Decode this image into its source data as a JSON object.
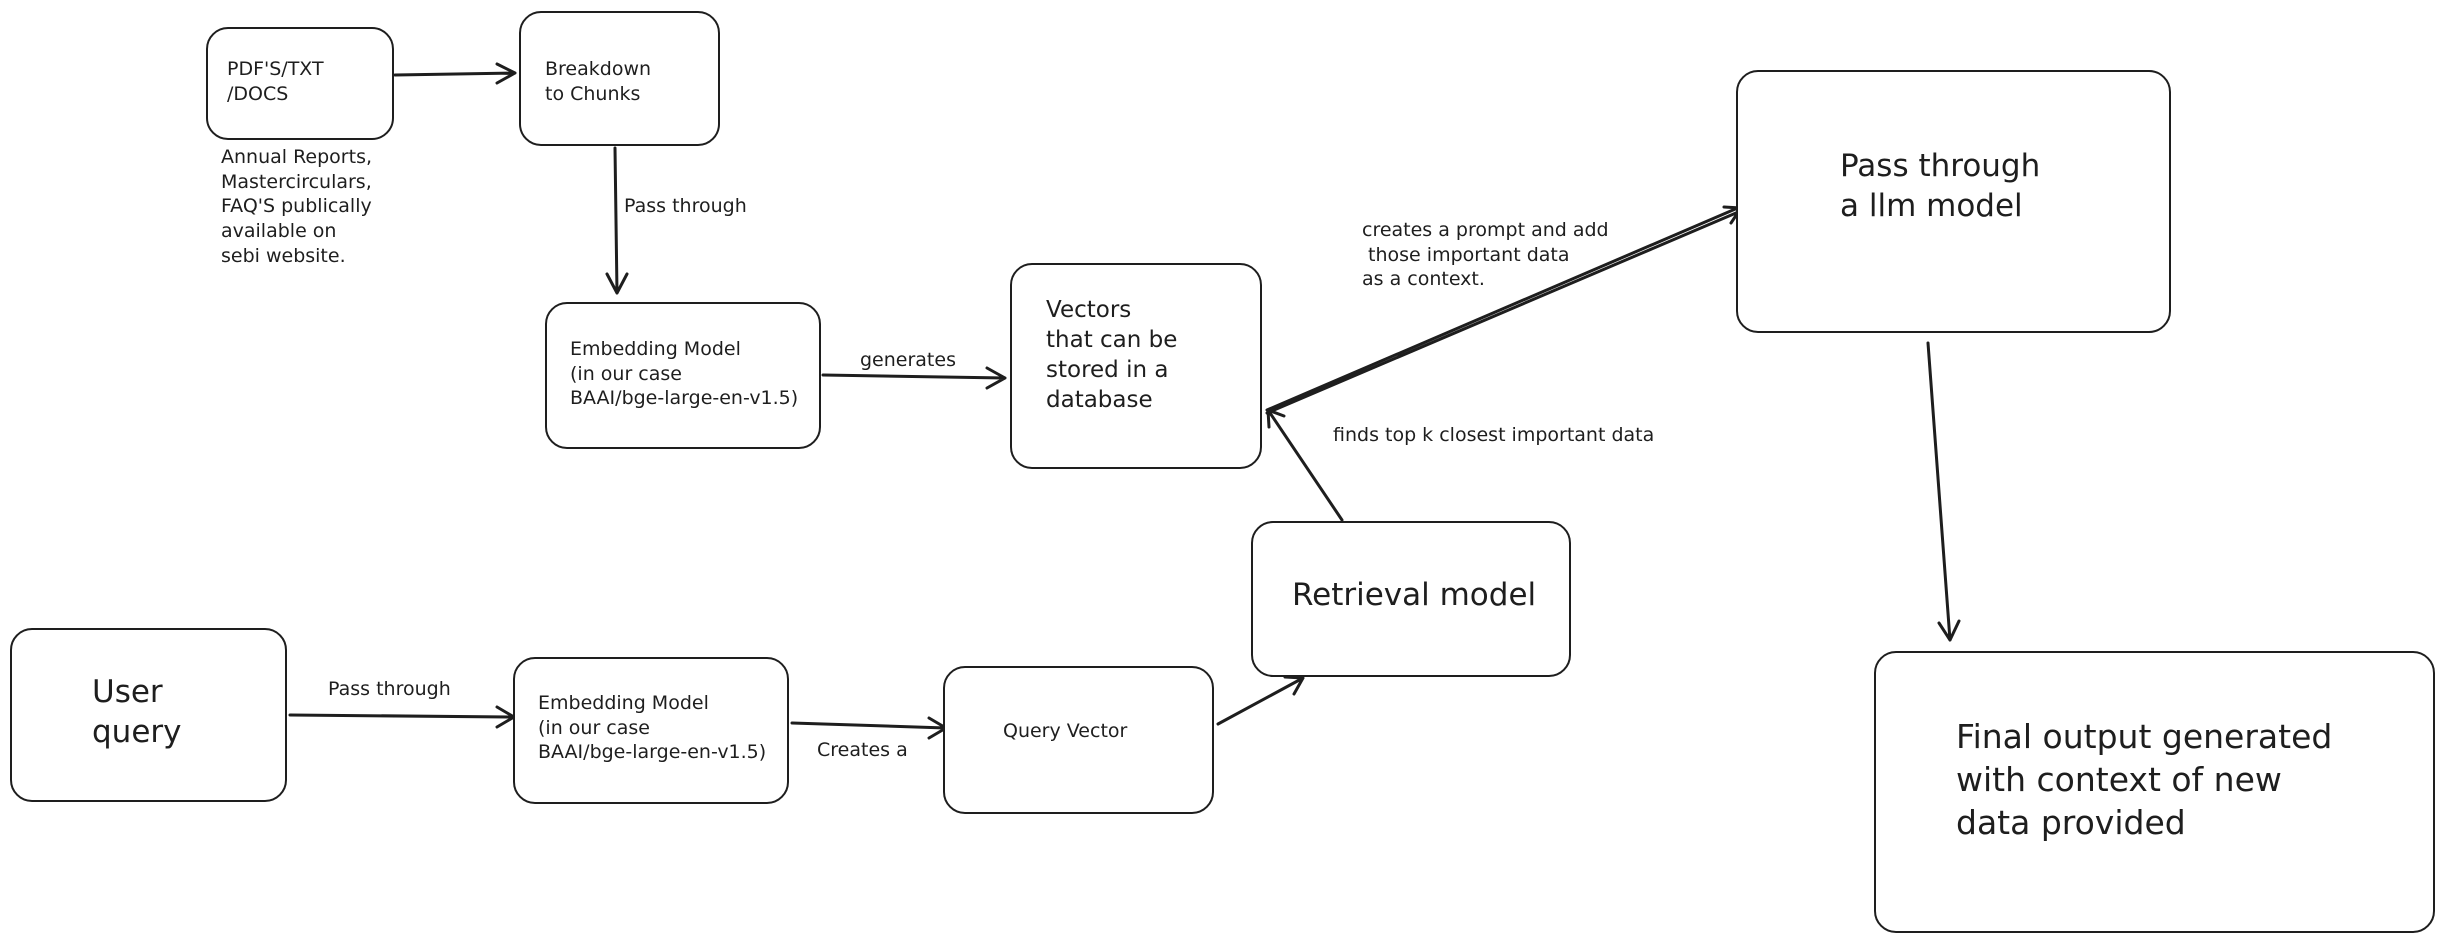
{
  "nodes": {
    "sources": "PDF'S/TXT\n/DOCS",
    "sources_note": "Annual Reports,\nMastercirculars,\nFAQ'S publically\navailable on\nsebi website.",
    "chunks": "Breakdown\nto Chunks",
    "embedding_top": "Embedding Model\n(in our case\nBAAI/bge-large-en-v1.5)",
    "vectors": "Vectors\nthat can be\nstored in a\ndatabase",
    "llm": "Pass through\na llm model",
    "final_output": "Final output generated\nwith context of new\ndata provided",
    "user_query": "User\nquery",
    "embedding_bottom": "Embedding Model\n(in our case\nBAAI/bge-large-en-v1.5)",
    "query_vector": "Query Vector",
    "retrieval": "Retrieval model"
  },
  "edges": {
    "chunks_to_embedding": "Pass through",
    "embedding_to_vectors": "generates",
    "vectors_to_llm": "creates a prompt and add\n those important data\nas a context.",
    "retrieval_to_vectors": "finds top k closest important data",
    "query_to_embedding": "Pass through",
    "embedding_to_query_vector": "Creates a"
  }
}
